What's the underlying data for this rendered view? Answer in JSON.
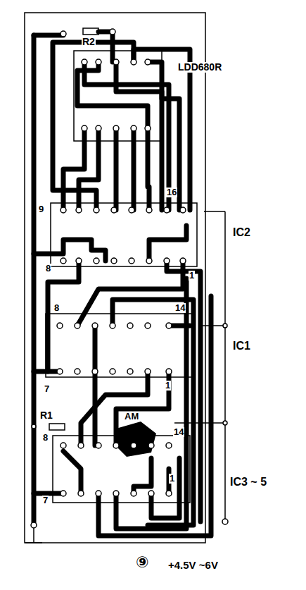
{
  "diagram": {
    "labels": [
      "R2",
      "LDD680R",
      "9",
      "16",
      "IC2",
      "8",
      "1",
      "8",
      "14",
      "IC1",
      "7",
      "1",
      "R1",
      "AM",
      "8",
      "14",
      "IC3 ~ 5",
      "7",
      "1",
      "⑨",
      "+4.5V ~6V"
    ]
  }
}
